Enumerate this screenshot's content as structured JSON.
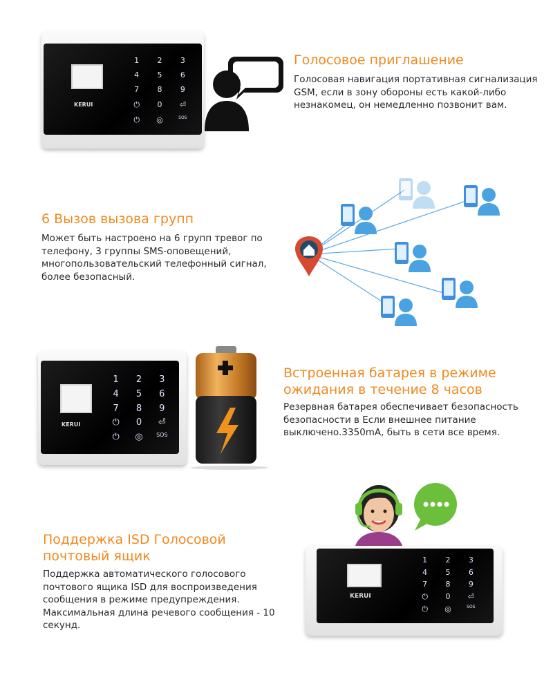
{
  "sections": [
    {
      "title": "Голосовое приглашение",
      "body": "Голосовая навигация портативная сигнализация GSM, если в зону обороны есть какой-либо незнакомец, он немедленно позвонит вам."
    },
    {
      "title": "6 Вызов вызова групп",
      "body": "Может быть настроено на 6 групп тревог по телефону, 3 группы SMS-оповещений, многопользовательский телефонный сигнал, более безопасный."
    },
    {
      "title": "Встроенная батарея в режиме ожидания в течение 8 часов",
      "body": "Резервная батарея обеспечивает безопасность безопасности в Если внешнее питание выключено.3350mA, быть в сети все время."
    },
    {
      "title": "Поддержка ISD Голосовой почтовый ящик",
      "body": "Поддержка автоматического голосового почтового ящика ISD для воспроизведения сообщения в режиме предупреждения. Максимальная длина речевого сообщения - 10 секунд."
    }
  ],
  "panel": {
    "brand": "KERUI",
    "keys": [
      "1",
      "2",
      "3",
      "4",
      "5",
      "6",
      "7",
      "8",
      "9",
      "⏻",
      "0",
      "⏎",
      "⏻",
      "◎",
      "SOS"
    ]
  },
  "icons": {
    "speech": "speaking-person-icon",
    "network": "call-group-network-icon",
    "battery": "battery-icon",
    "operator": "operator-headset-icon"
  },
  "colors": {
    "accent": "#f0891e",
    "bubble_green": "#6bbf3a",
    "pin_red": "#d84a2f",
    "user_blue": "#4aa3e0"
  }
}
